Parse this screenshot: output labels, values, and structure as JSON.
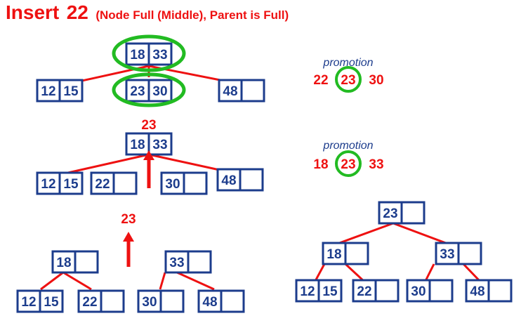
{
  "title": {
    "main": "Insert",
    "number": "22",
    "subtitle": "(Node Full (Middle), Parent is Full)"
  },
  "colors": {
    "node_border": "#1c3c8c",
    "key_text": "#1c3c8c",
    "edge": "#ee1111",
    "highlight": "#22bb22",
    "title": "#ee1111"
  },
  "panel1": {
    "root": [
      "18",
      "33"
    ],
    "children": [
      [
        "12",
        "15"
      ],
      [
        "23",
        "30"
      ],
      [
        "48",
        ""
      ]
    ],
    "note": {
      "label": "promotion",
      "left": "22",
      "middle": "23",
      "right": "30"
    }
  },
  "panel2": {
    "promoted": "23",
    "root": [
      "18",
      "33"
    ],
    "children": [
      [
        "12",
        "15"
      ],
      [
        "22",
        ""
      ],
      [
        "30",
        ""
      ],
      [
        "48",
        ""
      ]
    ],
    "note": {
      "label": "promotion",
      "left": "18",
      "middle": "23",
      "right": "33"
    }
  },
  "panel3": {
    "promoted": "23",
    "left_root": [
      "18",
      ""
    ],
    "right_root": [
      "33",
      ""
    ],
    "leaves": [
      [
        "12",
        "15"
      ],
      [
        "22",
        ""
      ],
      [
        "30",
        ""
      ],
      [
        "48",
        ""
      ]
    ]
  },
  "panel4": {
    "root": [
      "23",
      ""
    ],
    "mid": [
      [
        "18",
        ""
      ],
      [
        "33",
        ""
      ]
    ],
    "leaves": [
      [
        "12",
        "15"
      ],
      [
        "22",
        ""
      ],
      [
        "30",
        ""
      ],
      [
        "48",
        ""
      ]
    ]
  }
}
